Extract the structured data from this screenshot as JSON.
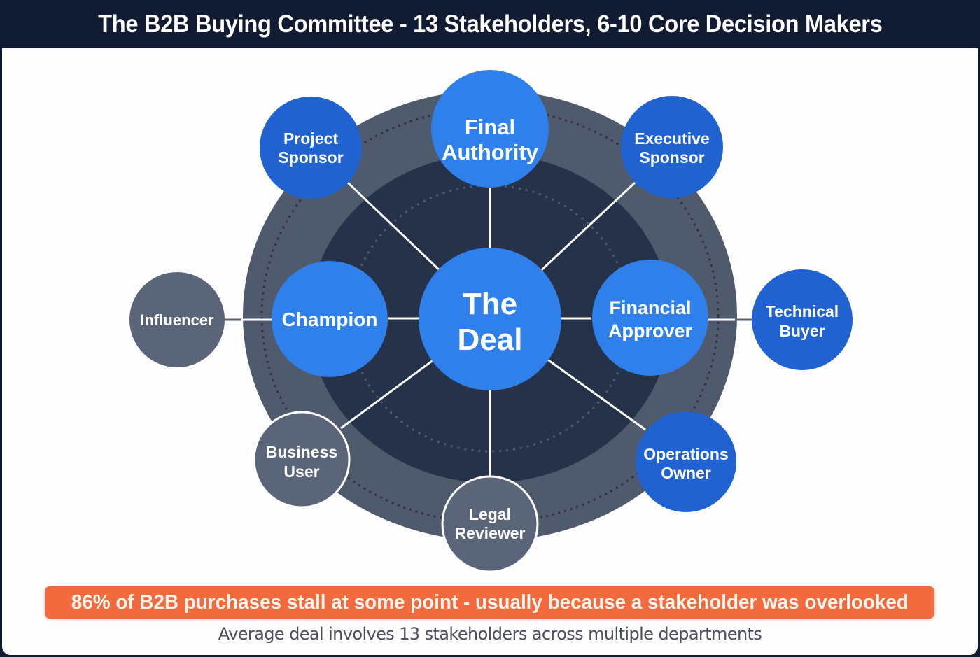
{
  "header": {
    "title": "The B2B Buying Committee - 13 Stakeholders, 6-10 Core Decision Makers"
  },
  "diagram": {
    "center": {
      "label_line1": "The",
      "label_line2": "Deal"
    },
    "nodes": [
      {
        "id": "final-authority",
        "line1": "Final",
        "line2": "Authority",
        "tier": "core"
      },
      {
        "id": "project-sponsor",
        "line1": "Project",
        "line2": "Sponsor",
        "tier": "key"
      },
      {
        "id": "executive-sponsor",
        "line1": "Executive",
        "line2": "Sponsor",
        "tier": "key"
      },
      {
        "id": "champion",
        "line1": "Champion",
        "line2": "",
        "tier": "core"
      },
      {
        "id": "financial-approver",
        "line1": "Financial",
        "line2": "Approver",
        "tier": "core"
      },
      {
        "id": "influencer",
        "line1": "Influencer",
        "line2": "",
        "tier": "peripheral"
      },
      {
        "id": "technical-buyer",
        "line1": "Technical",
        "line2": "Buyer",
        "tier": "key"
      },
      {
        "id": "business-user",
        "line1": "Business",
        "line2": "User",
        "tier": "peripheral"
      },
      {
        "id": "legal-reviewer",
        "line1": "Legal",
        "line2": "Reviewer",
        "tier": "peripheral"
      },
      {
        "id": "operations-owner",
        "line1": "Operations",
        "line2": "Owner",
        "tier": "key"
      }
    ],
    "colors": {
      "core_blue": "#2f80ea",
      "key_blue": "#1f62d0",
      "peripheral_gray": "#5b6579",
      "outer_ring": "#4f5a6c",
      "inner_ring": "#26324a",
      "header_navy": "#111c33"
    }
  },
  "callout": {
    "text": "86% of B2B purchases stall at some point - usually because a stakeholder was overlooked",
    "color": "#f26a3d"
  },
  "footer": {
    "subtext": "Average deal involves 13 stakeholders across multiple departments"
  }
}
